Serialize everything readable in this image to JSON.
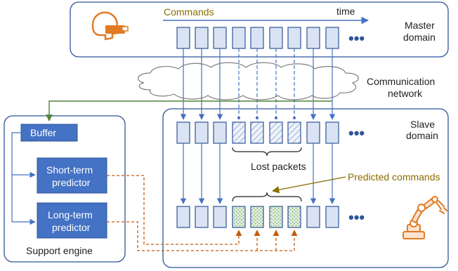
{
  "master": {
    "commands_label": "Commands",
    "time_label": "time",
    "domain_label_1": "Master",
    "domain_label_2": "domain"
  },
  "network": {
    "label_1": "Communication",
    "label_2": "network"
  },
  "slave": {
    "domain_label_1": "Slave",
    "domain_label_2": "domain",
    "lost_packets_label": "Lost packets",
    "predicted_commands_label": "Predicted commands"
  },
  "support_engine": {
    "label": "Support engine",
    "buffer_label": "Buffer",
    "short_term_1": "Short-term",
    "short_term_2": "predictor",
    "long_term_1": "Long-term",
    "long_term_2": "predictor"
  },
  "ellipsis": "•••",
  "icons": {
    "master_icon": "vr-headset-icon",
    "slave_icon": "robot-arm-icon"
  },
  "colors": {
    "packet_fill": "#dae3f3",
    "packet_stroke": "#2f5597",
    "arrow_blue": "#4472c4",
    "predictor_fill": "#4472c4",
    "predict_arrow": "#c55a11",
    "olive": "#8a6d00",
    "icon_orange": "#e07b24"
  }
}
